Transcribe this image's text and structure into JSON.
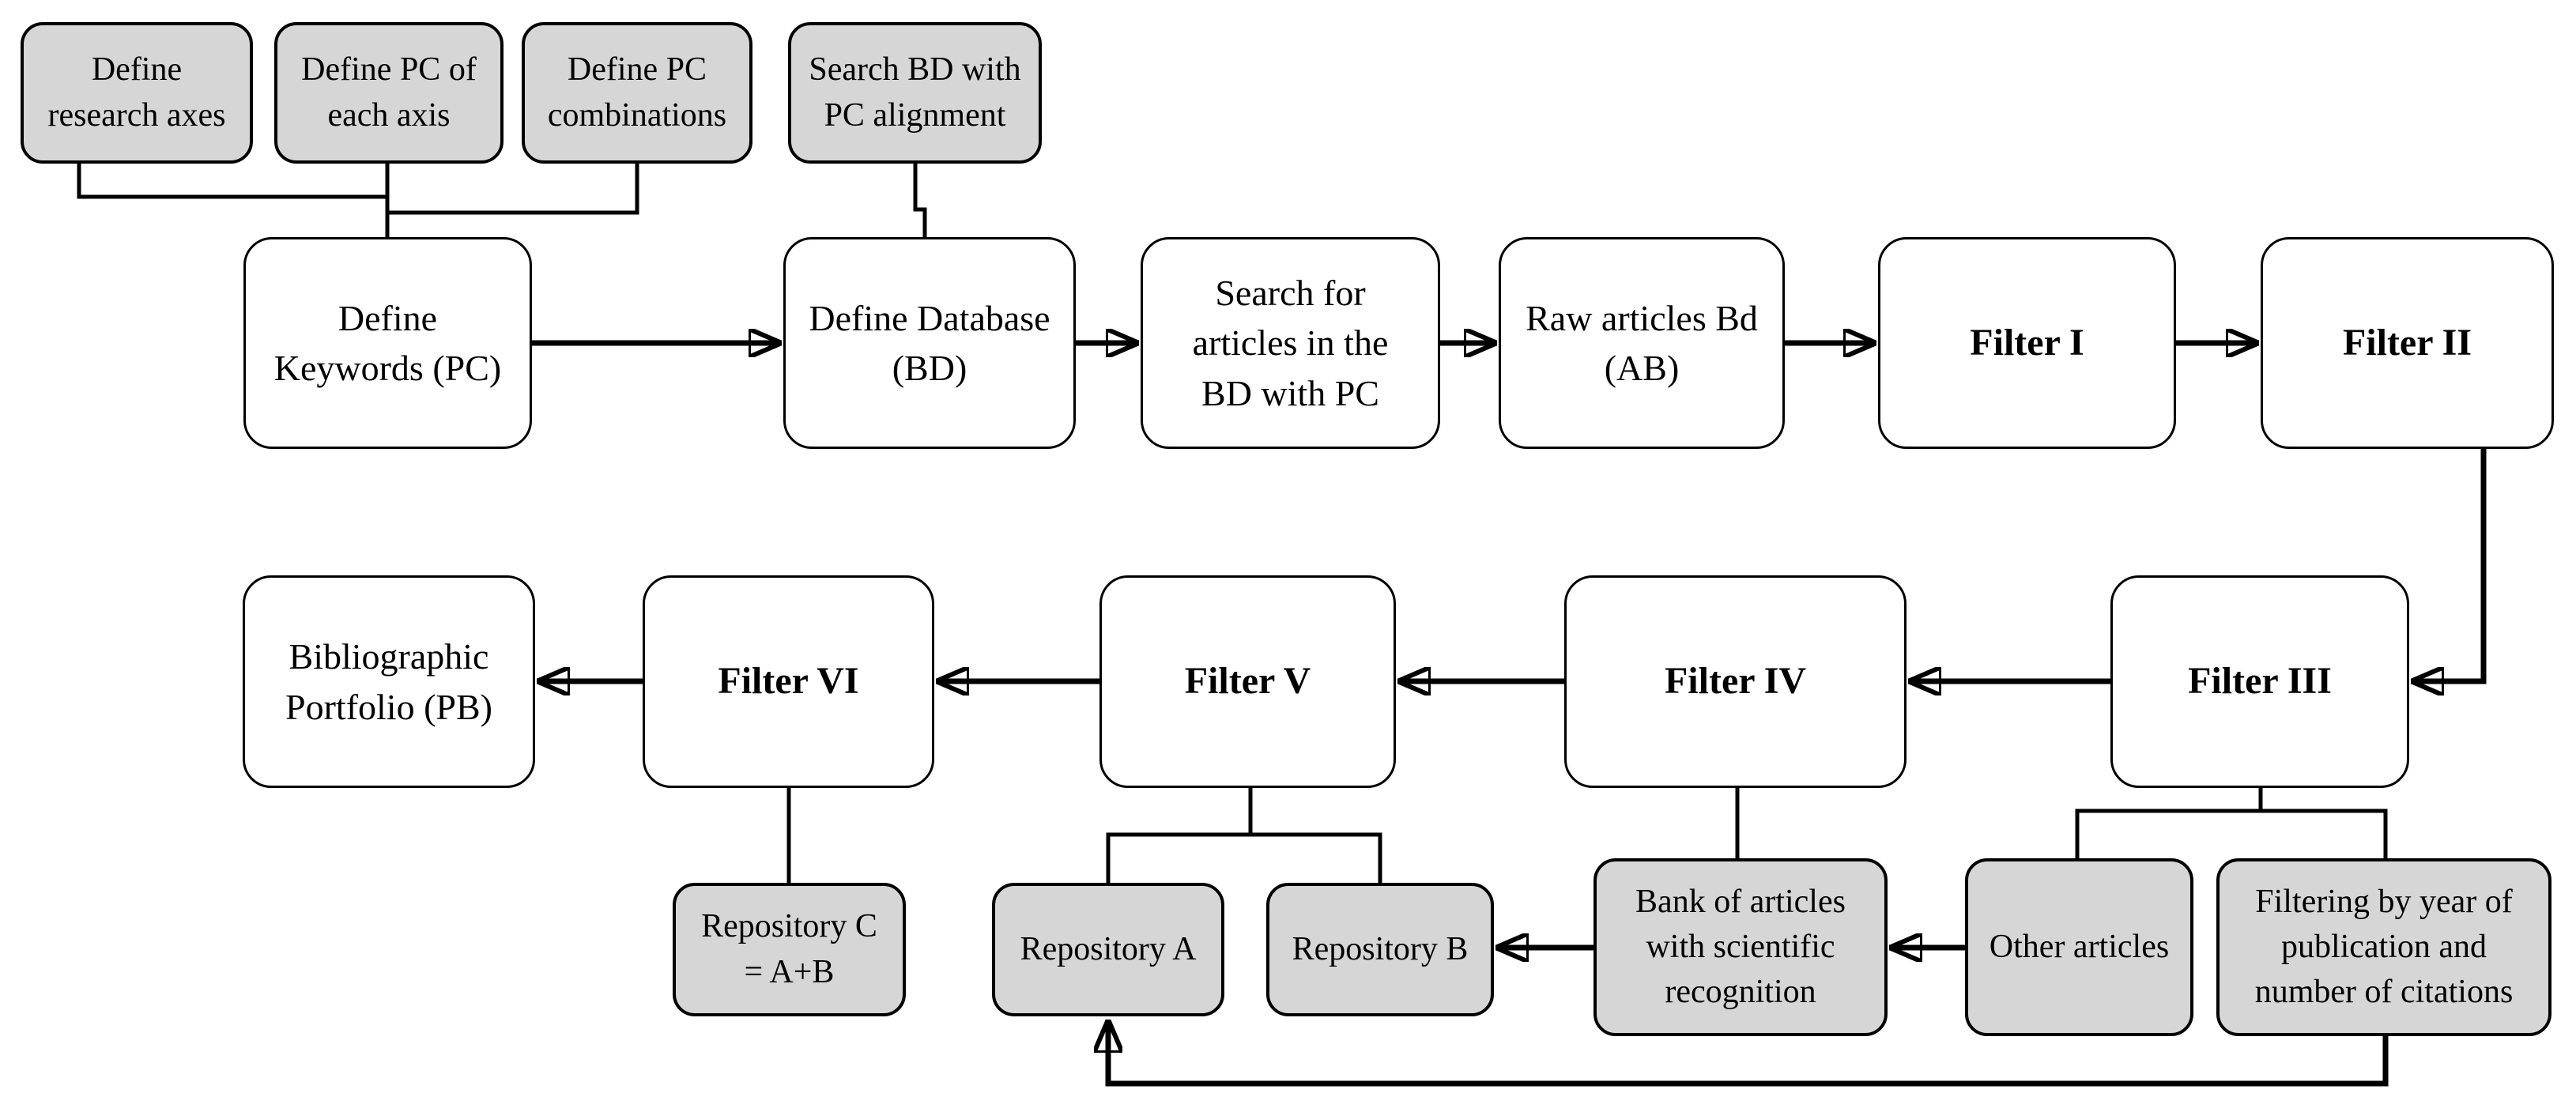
{
  "diagram": {
    "colors": {
      "background": "#ffffff",
      "box_fill_gray": "#d6d6d6",
      "box_fill_white": "#ffffff",
      "box_border": "#000000",
      "connector": "#000000"
    },
    "nodes": {
      "define_research_axes": {
        "label": "Define\nresearch axes"
      },
      "define_pc_each_axis": {
        "label": "Define PC of\neach axis"
      },
      "define_pc_combinations": {
        "label": "Define PC\ncombinations"
      },
      "search_bd_pc_alignment": {
        "label": "Search BD with\nPC alignment"
      },
      "define_keywords": {
        "label": "Define\nKeywords (PC)"
      },
      "define_database": {
        "label": "Define Database\n(BD)"
      },
      "search_articles": {
        "label": "Search for\narticles in the\nBD with PC"
      },
      "raw_articles": {
        "label": "Raw articles Bd\n(AB)"
      },
      "filter_1": {
        "label": "Filter I"
      },
      "filter_2": {
        "label": "Filter II"
      },
      "bibliographic_portfolio": {
        "label": "Bibliographic\nPortfolio (PB)"
      },
      "filter_6": {
        "label": "Filter VI"
      },
      "filter_5": {
        "label": "Filter V"
      },
      "filter_4": {
        "label": "Filter IV"
      },
      "filter_3": {
        "label": "Filter III"
      },
      "repository_c": {
        "label": "Repository C\n= A+B"
      },
      "repository_a": {
        "label": "Repository A"
      },
      "repository_b": {
        "label": "Repository B"
      },
      "bank_of_articles": {
        "label": "Bank of articles\nwith scientific\nrecognition"
      },
      "other_articles": {
        "label": "Other articles"
      },
      "filtering_by_year": {
        "label": "Filtering by year of\npublication and\nnumber of citations"
      }
    }
  }
}
